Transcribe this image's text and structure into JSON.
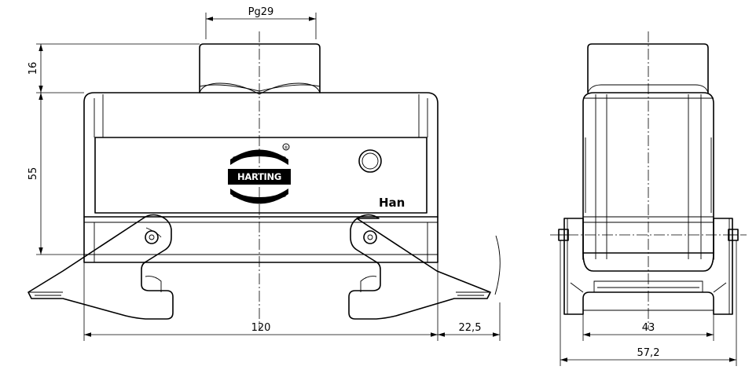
{
  "drawing": {
    "dimensions": {
      "thread": "Pg29",
      "spigot_height": "16",
      "housing_height": "55",
      "width": "120",
      "lever_overhang": "22,5",
      "side_depth": "43",
      "side_depth_overall": "57,2"
    },
    "labels": {
      "brand": "HARTING",
      "series": "Han",
      "registered": "®"
    }
  }
}
